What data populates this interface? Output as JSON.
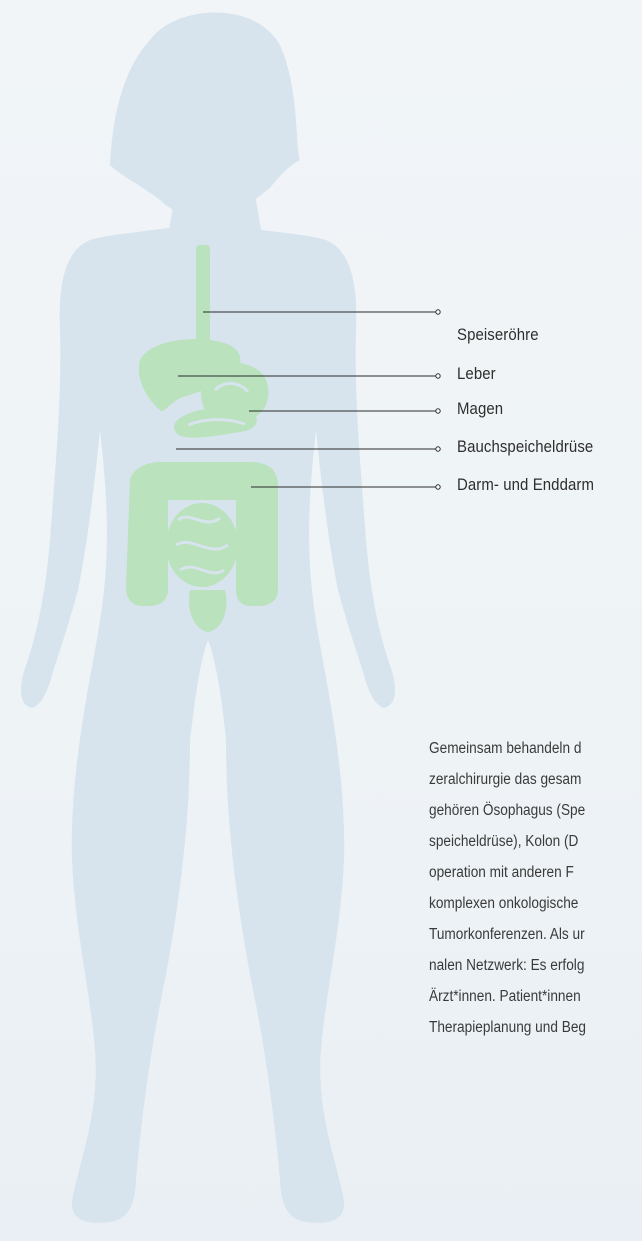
{
  "organs": [
    {
      "id": "esophagus",
      "label": "Speiseröhre"
    },
    {
      "id": "liver",
      "label": "Leber"
    },
    {
      "id": "stomach",
      "label": "Magen"
    },
    {
      "id": "pancreas",
      "label": "Bauchspeicheldrüse"
    },
    {
      "id": "intestine",
      "label": "Darm- und Enddarm"
    }
  ],
  "description_lines": [
    "Gemeinsam behandeln d",
    "zeralchirurgie das gesam",
    "gehören Ösophagus (Spe",
    "speicheldrüse), Kolon (D",
    "operation mit anderen F",
    "komplexen onkologische",
    "Tumorkonferenzen. Als ur",
    "nalen Netzwerk: Es erfolg",
    "Ärzt*innen. Patient*innen",
    "Therapieplanung und Beg"
  ],
  "colors": {
    "background": "#eef3f6",
    "body": "#d7e4ee",
    "organs": "#b9e2bd",
    "line": "#2b2b2b",
    "text": "#333333"
  }
}
